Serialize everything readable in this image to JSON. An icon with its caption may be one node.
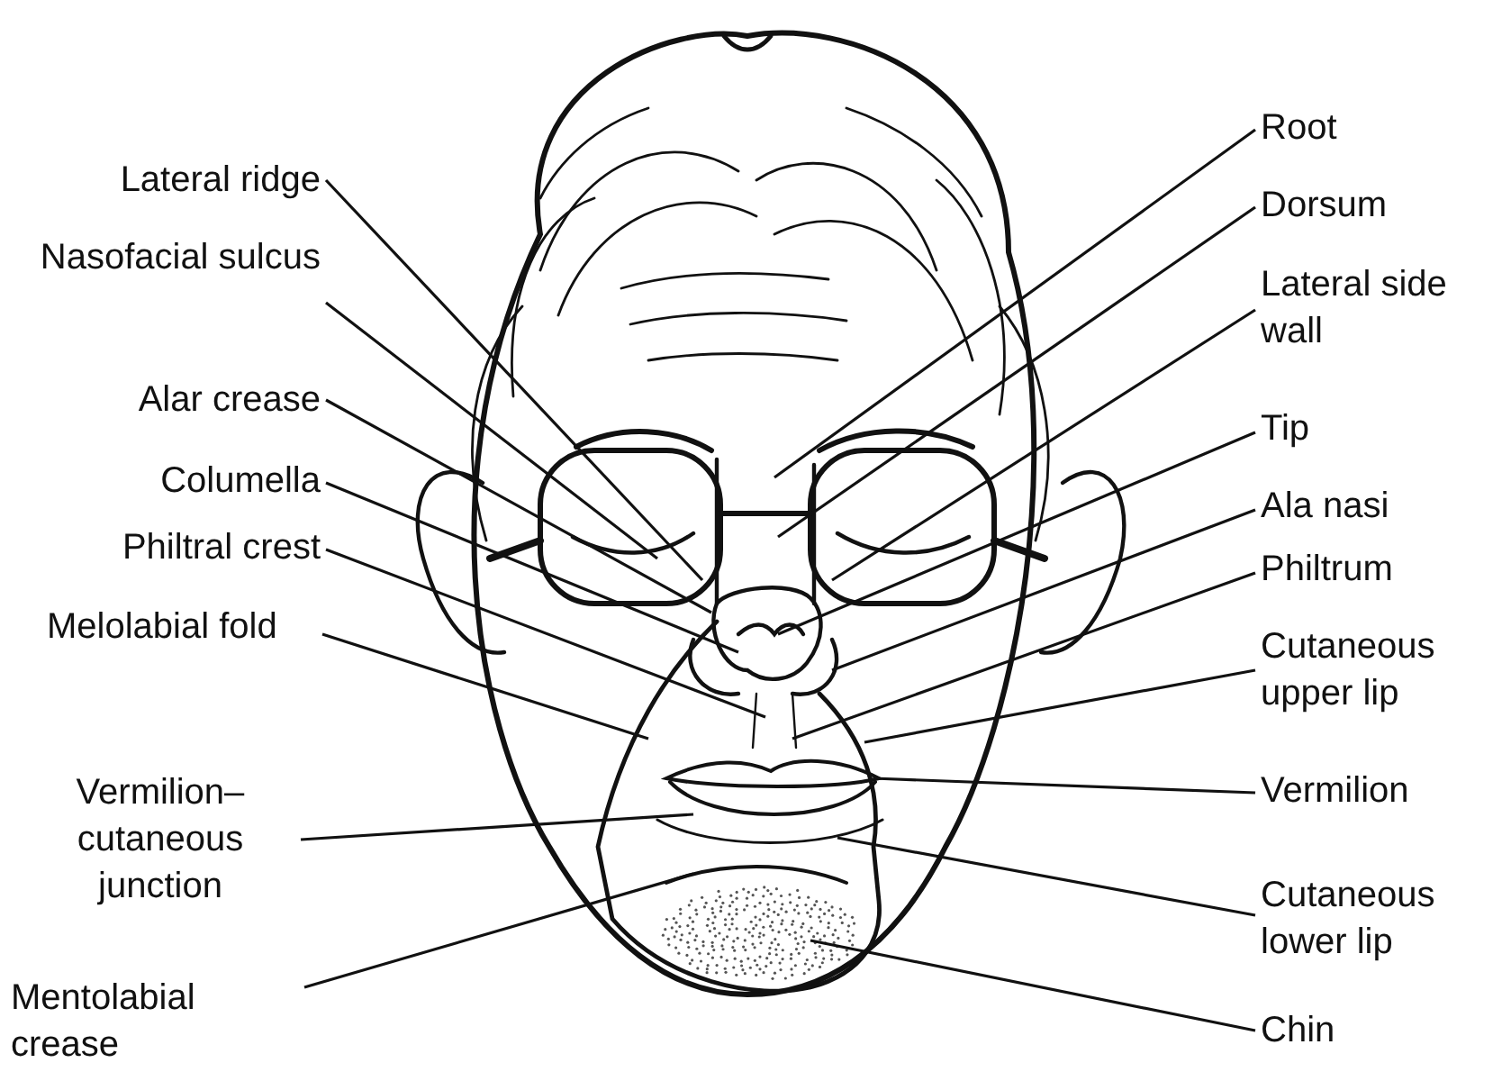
{
  "diagram": {
    "nodes": [
      {
        "text": [
          "Lateral ridge"
        ]
      },
      {
        "text": [
          "Nasofacial sulcus"
        ]
      },
      {
        "text": [
          "Alar crease"
        ]
      },
      {
        "text": [
          "Columella"
        ]
      },
      {
        "text": [
          "Philtral crest"
        ]
      },
      {
        "text": [
          "Melolabial fold"
        ]
      },
      {
        "text": [
          "Vermilion– cutaneous junction"
        ]
      },
      {
        "text": [
          "Mentolabial crease"
        ]
      },
      {
        "text": [
          "Root"
        ]
      },
      {
        "text": [
          "Dorsum"
        ]
      },
      {
        "text": [
          "Lateral side wall"
        ]
      },
      {
        "text": [
          "Tip"
        ]
      },
      {
        "text": [
          "Ala nasi"
        ]
      },
      {
        "text": [
          "Philtrum"
        ]
      },
      {
        "text": [
          "Cutaneous upper lip"
        ]
      },
      {
        "text": [
          "Vermilion"
        ]
      },
      {
        "text": [
          "Cutaneous lower lip"
        ]
      },
      {
        "text": [
          "Chin"
        ]
      }
    ],
    "edges": [
      {
        "from": 0,
        "to": null,
        "arrow": "none"
      },
      {
        "from": 1,
        "to": null,
        "arrow": "none"
      },
      {
        "from": 2,
        "to": null,
        "arrow": "none"
      },
      {
        "from": 3,
        "to": null,
        "arrow": "none"
      },
      {
        "from": 4,
        "to": null,
        "arrow": "none"
      },
      {
        "from": 5,
        "to": null,
        "arrow": "none"
      },
      {
        "from": 6,
        "to": null,
        "arrow": "none"
      },
      {
        "from": 7,
        "to": null,
        "arrow": "none"
      },
      {
        "from": 8,
        "to": null,
        "arrow": "none"
      },
      {
        "from": 9,
        "to": null,
        "arrow": "none"
      },
      {
        "from": 10,
        "to": null,
        "arrow": "none"
      },
      {
        "from": 11,
        "to": null,
        "arrow": "none"
      },
      {
        "from": 12,
        "to": null,
        "arrow": "none"
      },
      {
        "from": 13,
        "to": null,
        "arrow": "none"
      },
      {
        "from": 14,
        "to": null,
        "arrow": "none"
      },
      {
        "from": 15,
        "to": null,
        "arrow": "none"
      },
      {
        "from": 16,
        "to": null,
        "arrow": "none"
      },
      {
        "from": 17,
        "to": null,
        "arrow": "none"
      }
    ]
  }
}
